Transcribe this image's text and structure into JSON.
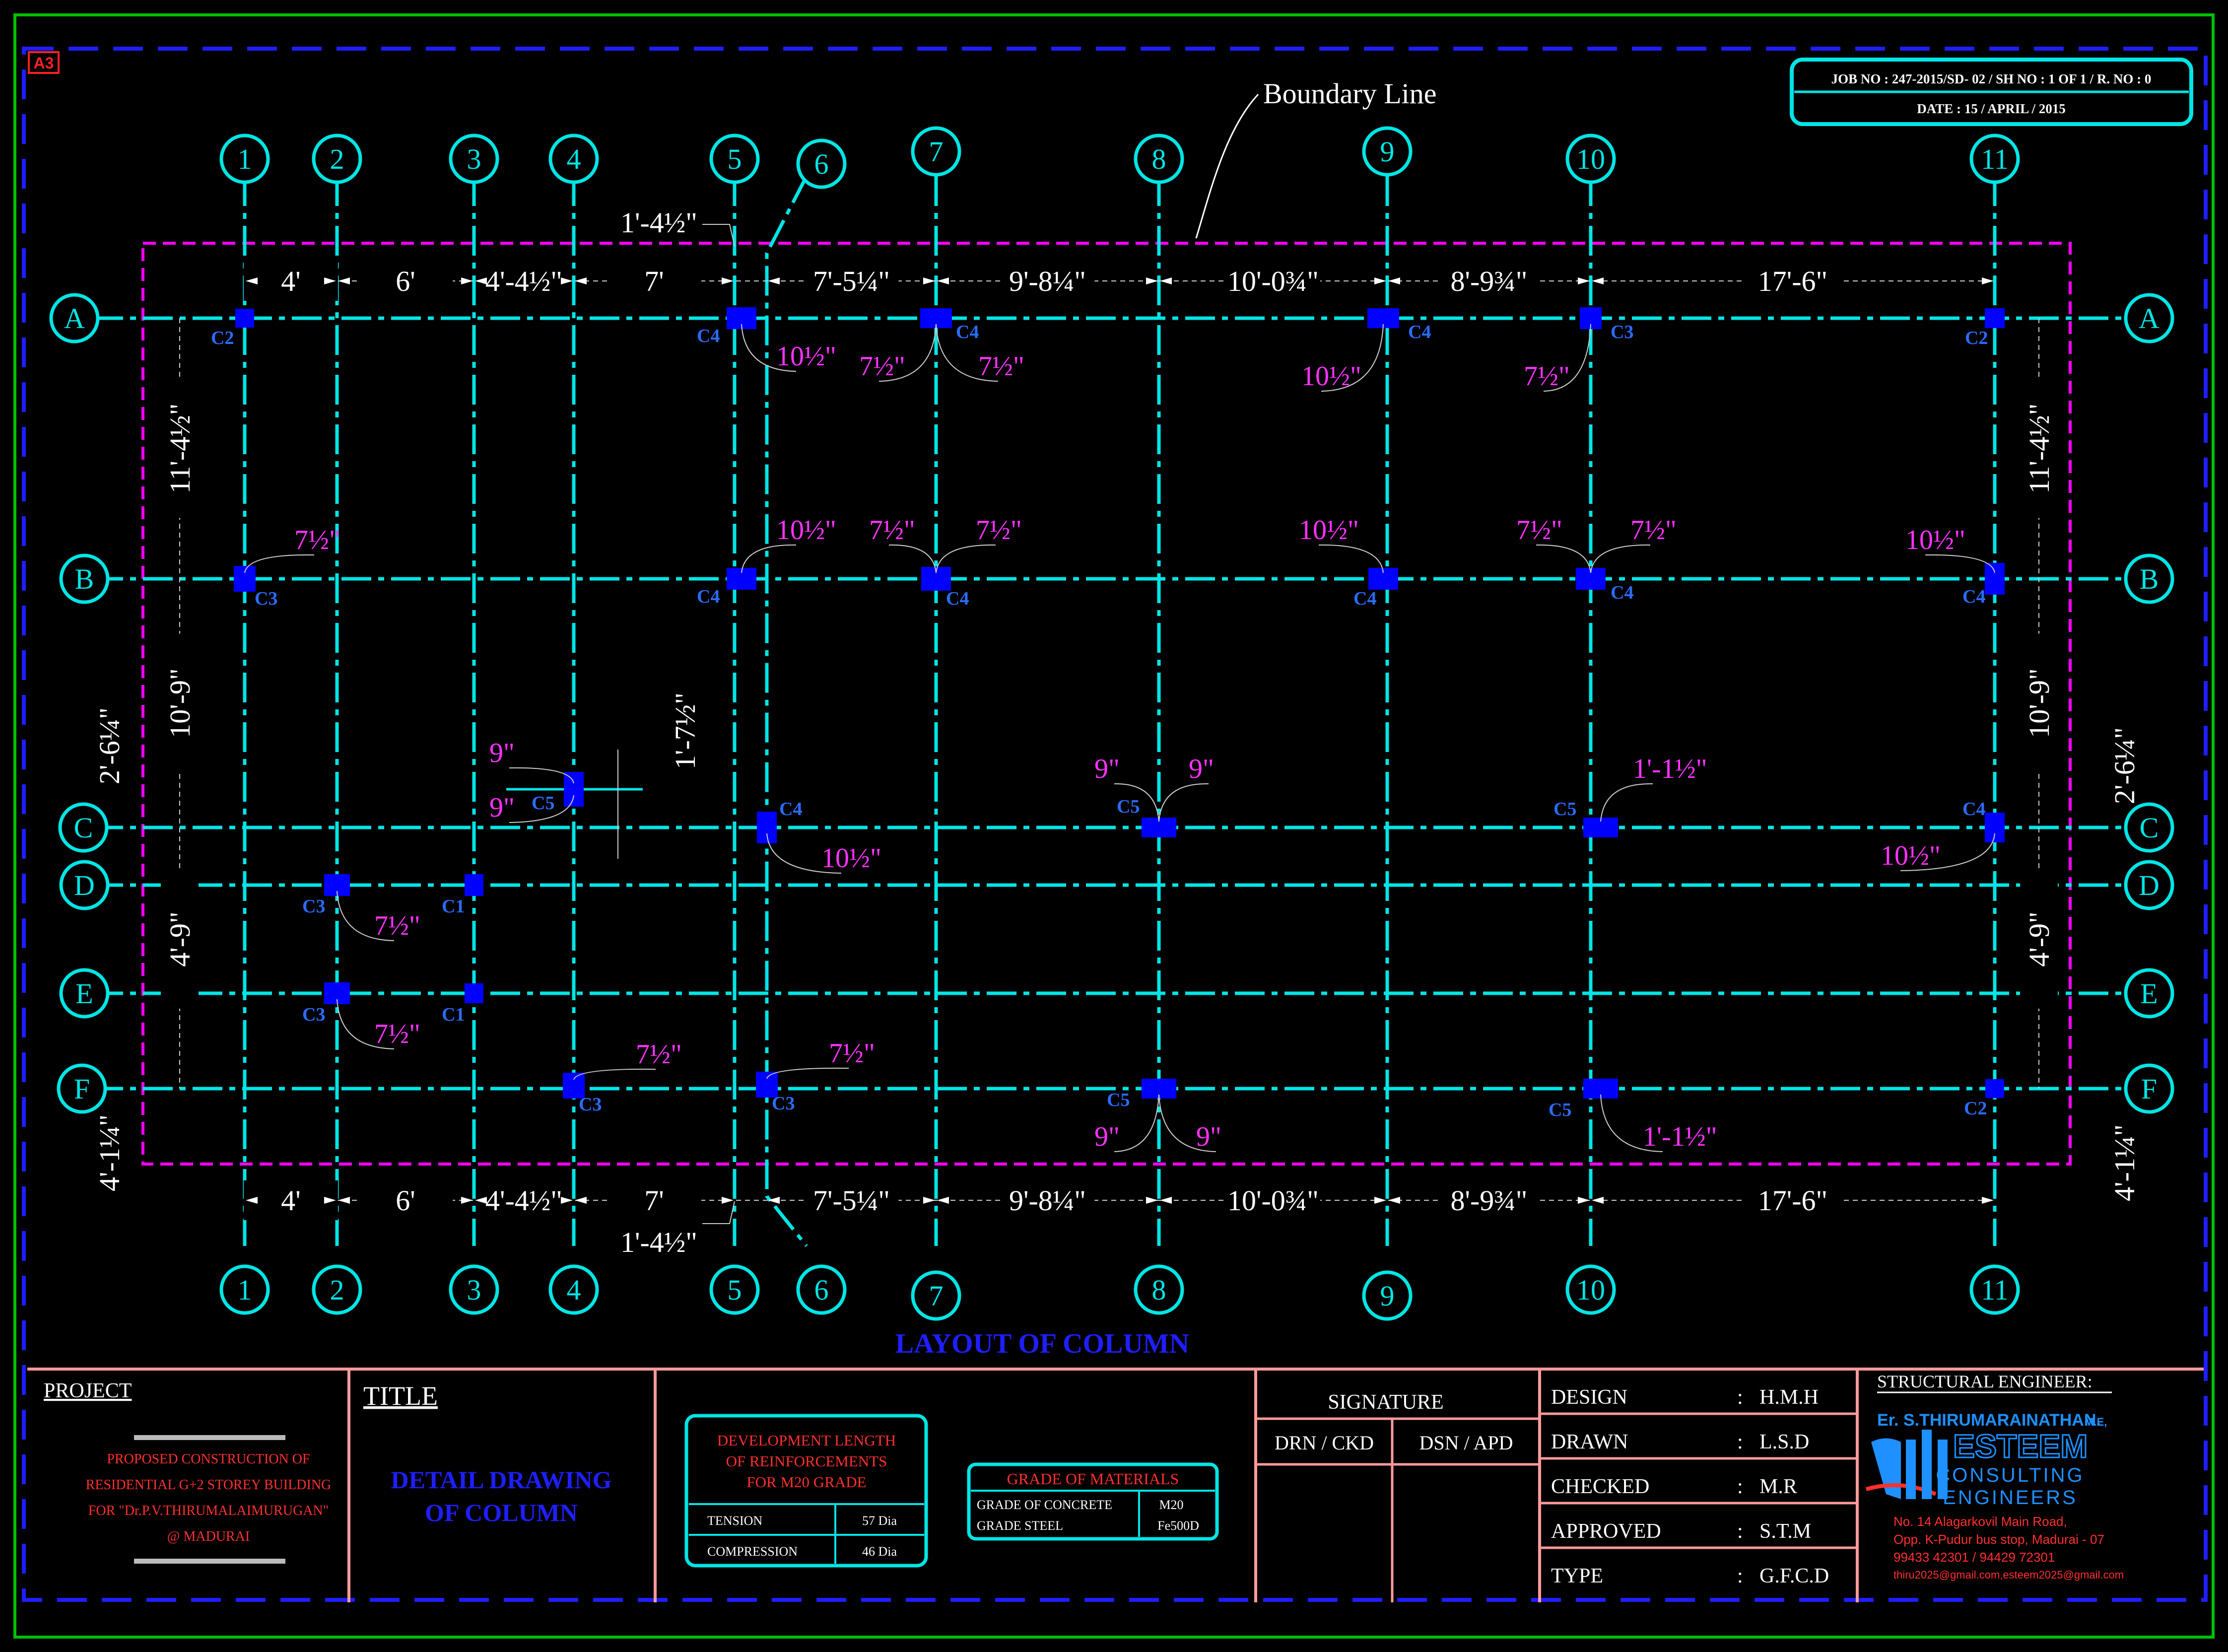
{
  "sheet": {
    "size_tag": "A3"
  },
  "job_box": {
    "line1": "JOB NO : 247-2015/SD- 02 / SH NO : 1 OF 1 / R. NO : 0",
    "line2": "DATE : 15 / APRIL / 2015"
  },
  "boundary_label": "Boundary Line",
  "layout_title": "LAYOUT OF COLUMN",
  "grid": {
    "columns": [
      "1",
      "2",
      "3",
      "4",
      "5",
      "6",
      "7",
      "8",
      "9",
      "10",
      "11"
    ],
    "rows": [
      "A",
      "B",
      "C",
      "D",
      "E",
      "F"
    ]
  },
  "dims_top": [
    "4'",
    "6'",
    "4'-4½\"",
    "7'",
    "7'-5¼\"",
    "9'-8¼\"",
    "10'-0¾\"",
    "8'-9¾\"",
    "17'-6\""
  ],
  "dims_bottom": [
    "4'",
    "6'",
    "4'-4½\"",
    "7'",
    "7'-5¼\"",
    "9'-8¼\"",
    "10'-0¾\"",
    "8'-9¾\"",
    "17'-6\""
  ],
  "dims_special": {
    "col6_offset_top": "1'-4½\"",
    "col6_offset_bottom": "1'-4½\"",
    "col4_c5_offset": "1'-7½\""
  },
  "dims_left": [
    "11'-4½\"",
    "10'-9\"",
    "4'-9\"",
    "2'-6¼\"",
    "4'-1¼\""
  ],
  "dims_right": [
    "11'-4½\"",
    "10'-9\"",
    "4'-9\"",
    "2'-6¼\"",
    "4'-1¼\""
  ],
  "columns": [
    {
      "label": "C2",
      "offsets": []
    },
    {
      "label": "C4",
      "offsets": [
        "10½\""
      ]
    },
    {
      "label": "C4",
      "offsets": [
        "7½\"",
        "7½\""
      ]
    },
    {
      "label": "C4",
      "offsets": [
        "10½\""
      ]
    },
    {
      "label": "C3",
      "offsets": [
        "7½\""
      ]
    },
    {
      "label": "C2",
      "offsets": []
    },
    {
      "label": "C3",
      "offsets": [
        "7½\""
      ]
    },
    {
      "label": "C4",
      "offsets": [
        "10½\""
      ]
    },
    {
      "label": "C4",
      "offsets": [
        "7½\"",
        "7½\""
      ]
    },
    {
      "label": "C4",
      "offsets": [
        "10½\""
      ]
    },
    {
      "label": "C4",
      "offsets": [
        "7½\"",
        "7½\""
      ]
    },
    {
      "label": "C4",
      "offsets": [
        "10½\""
      ]
    },
    {
      "label": "C5",
      "offsets": [
        "9\"",
        "9\""
      ]
    },
    {
      "label": "C4",
      "offsets": [
        "10½\""
      ]
    },
    {
      "label": "C5",
      "offsets": [
        "9\"",
        "9\""
      ]
    },
    {
      "label": "C5",
      "offsets": [
        "1'-1½\""
      ]
    },
    {
      "label": "C4",
      "offsets": [
        "10½\""
      ]
    },
    {
      "label": "C3",
      "offsets": [
        "7½\""
      ]
    },
    {
      "label": "C1",
      "offsets": []
    },
    {
      "label": "C3",
      "offsets": [
        "7½\""
      ]
    },
    {
      "label": "C1",
      "offsets": []
    },
    {
      "label": "C3",
      "offsets": [
        "7½\""
      ]
    },
    {
      "label": "C3",
      "offsets": [
        "7½\""
      ]
    },
    {
      "label": "C5",
      "offsets": [
        "9\"",
        "9\""
      ]
    },
    {
      "label": "C5",
      "offsets": [
        "1'-1½\""
      ]
    },
    {
      "label": "C2",
      "offsets": []
    }
  ],
  "title_block": {
    "project_heading": "PROJECT",
    "project_lines": [
      "PROPOSED CONSTRUCTION OF",
      "RESIDENTIAL G+2 STOREY BUILDING",
      "FOR \"Dr.P.V.THIRUMALAIMURUGAN\"",
      "@ MADURAI"
    ],
    "title_heading": "TITLE",
    "title_lines": [
      "DETAIL DRAWING",
      "OF COLUMN"
    ],
    "dev_length": {
      "heading": [
        "DEVELOPMENT LENGTH",
        "OF REINFORCEMENTS",
        "FOR M20 GRADE"
      ],
      "rows": [
        [
          "TENSION",
          "57 Dia"
        ],
        [
          "COMPRESSION",
          "46 Dia"
        ]
      ]
    },
    "materials": {
      "heading": "GRADE OF MATERIALS",
      "rows": [
        [
          "GRADE OF CONCRETE",
          "M20"
        ],
        [
          "GRADE STEEL",
          "Fe500D"
        ]
      ]
    },
    "signature": {
      "heading": "SIGNATURE",
      "col1": "DRN / CKD",
      "col2": "DSN / APD"
    },
    "roles": [
      {
        "label": "DESIGN",
        "value": "H.M.H"
      },
      {
        "label": "DRAWN",
        "value": "L.S.D"
      },
      {
        "label": "CHECKED",
        "value": "M.R"
      },
      {
        "label": "APPROVED",
        "value": "S.T.M"
      },
      {
        "label": "TYPE",
        "value": "G.F.C.D"
      }
    ],
    "engineer": {
      "heading": "STRUCTURAL ENGINEER:",
      "name": "Er. S.THIRUMARAINATHAN.",
      "degree": "M.E,",
      "logo_text": "ESTEEM",
      "logo_sub1": "CONSULTING",
      "logo_sub2": "ENGINEERS",
      "address": [
        "No. 14 Alagarkovil Main Road,",
        "Opp. K-Pudur bus stop, Madurai - 07",
        "99433 42301 / 94429 72301",
        "thiru2025@gmail.com,esteem2025@gmail.com"
      ]
    }
  },
  "colors": {
    "grid": "#00e5e5",
    "boundary": "#ff00ff",
    "dims": "#ffffff",
    "offsets": "#ff33ff",
    "column": "#0000ff",
    "frame_green": "#00c000",
    "frame_blue": "#1e1eff",
    "table_pink": "#ff9a9a",
    "red_text": "#ff3030"
  }
}
